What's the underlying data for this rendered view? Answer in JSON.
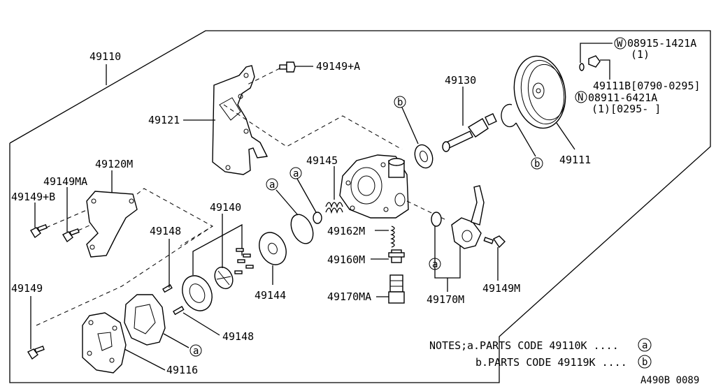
{
  "labels": {
    "p49110": "49110",
    "p49149A": "49149+A",
    "p49121": "49121",
    "p49120M": "49120M",
    "p49149MA": "49149MA",
    "p49149B": "49149+B",
    "p49148_a": "49148",
    "p49148_b": "49148",
    "p49140": "49140",
    "p49144": "49144",
    "p49145": "49145",
    "p49162M": "49162M",
    "p49160M": "49160M",
    "p49170MA": "49170MA",
    "p49170M": "49170M",
    "p49149M": "49149M",
    "p49149": "49149",
    "p49116": "49116",
    "p49130": "49130",
    "p49111": "49111",
    "p49111B": "49111B[0790-0295]",
    "washer_code": "08915-1421A",
    "washer_qty": "(1)",
    "nut_code": "08911-6421A",
    "nut_range": "(1)[0295-    ]",
    "w_marker": "W",
    "n_marker": "N"
  },
  "markers": {
    "a": "a",
    "b": "b"
  },
  "notes": {
    "title": "NOTES;",
    "line_a": "a.PARTS CODE 49110K ....",
    "line_b": "b.PARTS CODE 49119K ....",
    "mark_a": "a",
    "mark_b": "b"
  },
  "diagram_id": "A490B 0089"
}
